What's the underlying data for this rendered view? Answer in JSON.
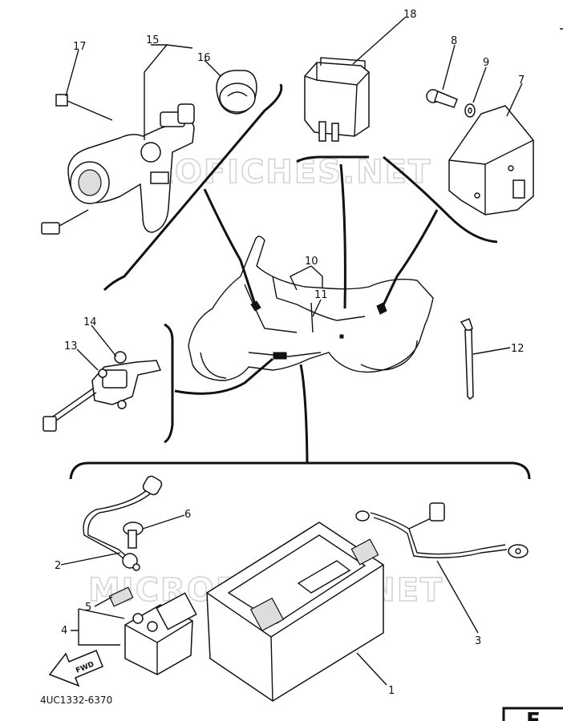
{
  "diagram": {
    "part_labels": {
      "p1": "1",
      "p2": "2",
      "p3": "3",
      "p4": "4",
      "p5": "5",
      "p6": "6",
      "p7": "7",
      "p8": "8",
      "p9": "9",
      "p10": "10",
      "p11": "11",
      "p12": "12",
      "p13": "13",
      "p14": "14",
      "p15": "15",
      "p16": "16",
      "p17": "17",
      "p18": "18"
    },
    "fwd_label": "FWD",
    "drawing_code": "4UC1332-6370",
    "corner_tab": "E",
    "watermark": "MICROFICHES.NET"
  }
}
